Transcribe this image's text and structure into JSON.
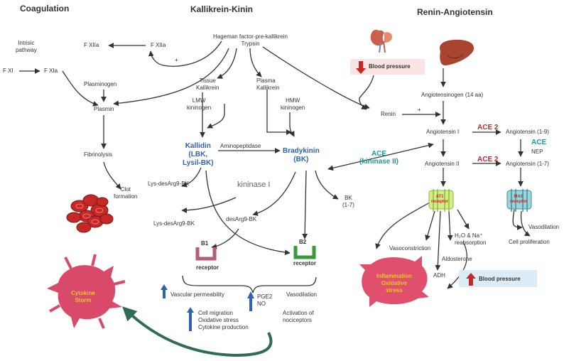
{
  "headers": {
    "coagulation": "Coagulation",
    "kallikrein_kinin": "Kallikrein-Kinin",
    "renin_angiotensin": "Renin-Angiotensin"
  },
  "coagulation": {
    "intrinsic": "Intrisic\npathway",
    "fxi": "F XI",
    "fxia": "F XIa",
    "fxiia_a": "F XIIa",
    "fxiia_b": "F XIIa",
    "plus": "+",
    "plasminogen": "Plasminogen",
    "plasmin": "Plasmin",
    "fibrinolysis": "Fibrinolysis",
    "clot": "Clot\nformation"
  },
  "kinin": {
    "hageman": "Hageman factor-pre-kallikrein\nTrypsin",
    "tissue_kallikrein": "Tissue\nKallikrein",
    "plasma_kallikrein": "Plasma\nKallikrein",
    "lmw": "LMW\nkininogen",
    "hmw": "HMW\nkininogen",
    "kallidin": "Kallidin\n(LBK,\nLysil-BK)",
    "aminopeptidase": "Aminopeptidase",
    "bradykinin": "Bradykinin\n(BK)",
    "kininase": "kininase I",
    "lys_desarg_a": "Lys-desArg9-BK",
    "lys_desarg_b": "Lys-desArg9-BK",
    "desarg": "desArg9-BK",
    "bk17": "BK\n(1-7)",
    "b1": "B1",
    "b1_receptor": "receptor",
    "b2": "B2",
    "b2_receptor": "receptor",
    "vascular_perm": "Vascular permeability",
    "pge2": "PGE2\nNO",
    "vasodilation": "Vasodilation",
    "cell_effects": "Cell migration\nOxidative stress\nCytokine production",
    "nociceptors": "Activation of\nnociceptors",
    "cytokine_storm": "Cytokine\nStorm"
  },
  "renin": {
    "blood_pressure_down": "Blood pressure",
    "angiotensinogen": "Angiotensinogen (14 aa)",
    "renin": "Renin",
    "plus": "+",
    "ang1": "Angiotensin I",
    "ace2_a": "ACE 2",
    "ang19": "Angiotensin (1-9)",
    "ace_teal": "ACE",
    "nep": "NEP",
    "ace_kininase": "ACE\n(kininase II)",
    "ang2": "Angiotensin II",
    "ace2_b": "ACE 2",
    "ang17": "Angiotensin (1-7)",
    "at1": "AT1\nreceptor",
    "mas": "MAS\nreceptor",
    "vasodilation": "Vasodilation",
    "cell_prolif": "Cell proliferation",
    "vasoconstriction": "Vasoconstriction",
    "h2o": "H₂O & Na⁺\nreabsorption",
    "aldosterone": "Aldosterone",
    "adh": "ADH",
    "inflammation": "Inflammation\nOxidative\nstress",
    "blood_pressure_up": "Blood pressure"
  },
  "colors": {
    "blue_text": "#2e62b6",
    "teal_text": "#1a9a96",
    "red_text": "#c62828",
    "arrow_blue": "#2e62b6",
    "cytokine_fill": "#d94a6a",
    "inflammation_fill": "#e0506c",
    "storm_arrow": "#2f6b57",
    "b1_color": "#b0607a",
    "b2_color": "#3a9a3a"
  }
}
